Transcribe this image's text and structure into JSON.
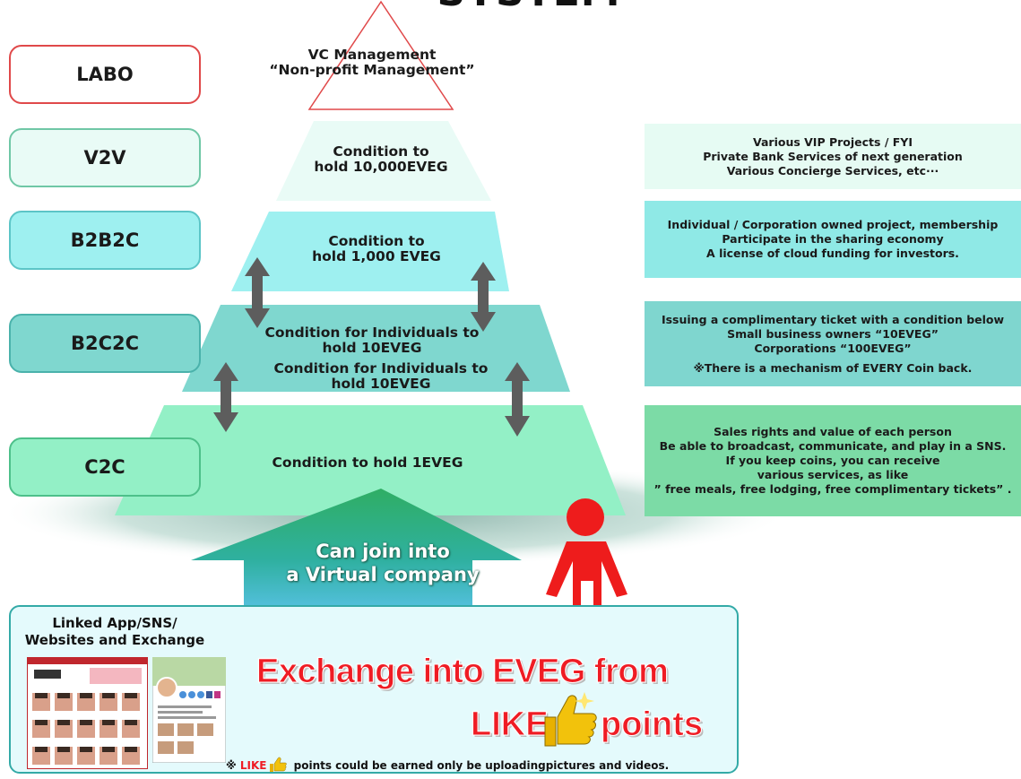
{
  "title": "SYSTEM",
  "tiers": {
    "labo": {
      "label": "LABO",
      "text_1": "VC Management",
      "text_2": "“Non-profit Management”"
    },
    "v2v": {
      "label": "V2V",
      "text_1": "Condition to",
      "text_2": "hold 10,000EVEG"
    },
    "b2b2c": {
      "label": "B2B2C",
      "text_1": "Condition to",
      "text_2": "hold 1,000 EVEG"
    },
    "b2c2c": {
      "label": "B2C2C",
      "text_1": "Condition for Individuals to",
      "text_2": "hold 10EVEG",
      "text_3": "Condition for Individuals to",
      "text_4": "hold 10EVEG"
    },
    "c2c": {
      "label": "C2C",
      "text_1": "Condition to hold 1EVEG"
    }
  },
  "info": {
    "v2v": [
      "Various VIP Projects / FYI",
      "Private Bank Services of next generation",
      "Various Concierge Services, etc···"
    ],
    "b2b2c": [
      "Individual / Corporation owned project, membership",
      "Participate in the sharing economy",
      "A license of cloud funding for investors."
    ],
    "b2c2c": [
      "Issuing a complimentary ticket with a condition below",
      "Small business owners “10EVEG”",
      "Corporations “100EVEG”",
      "※There is a mechanism of EVERY Coin back."
    ],
    "c2c": [
      "Sales rights and value of each person",
      "Be able to broadcast, communicate, and play in a SNS.",
      "If you keep coins, you can receive",
      "various services, as like",
      "” free meals, free lodging, free complimentary tickets” ."
    ]
  },
  "join": {
    "line_1": "Can join into",
    "line_2": "a Virtual company"
  },
  "bottom": {
    "linked_1": "Linked App/SNS/",
    "linked_2": "Websites and Exchange",
    "exchange_1": "Exchange into EVEG from",
    "like": "LIKE",
    "points": "points",
    "note_prefix": "※ ",
    "note_like": "LIKE",
    "note_rest": " points could be earned only be uploadingpictures and videos."
  },
  "colors": {
    "labo_border": "#e0494a",
    "v2v": "#e9fbf6",
    "b2b2c": "#9ef0f0",
    "b2c2c": "#7fd7cf",
    "c2c": "#93f0c6",
    "person": "#ee1c1c",
    "exchange_text": "#ef1c24",
    "arrow": "#5d5d5d"
  }
}
